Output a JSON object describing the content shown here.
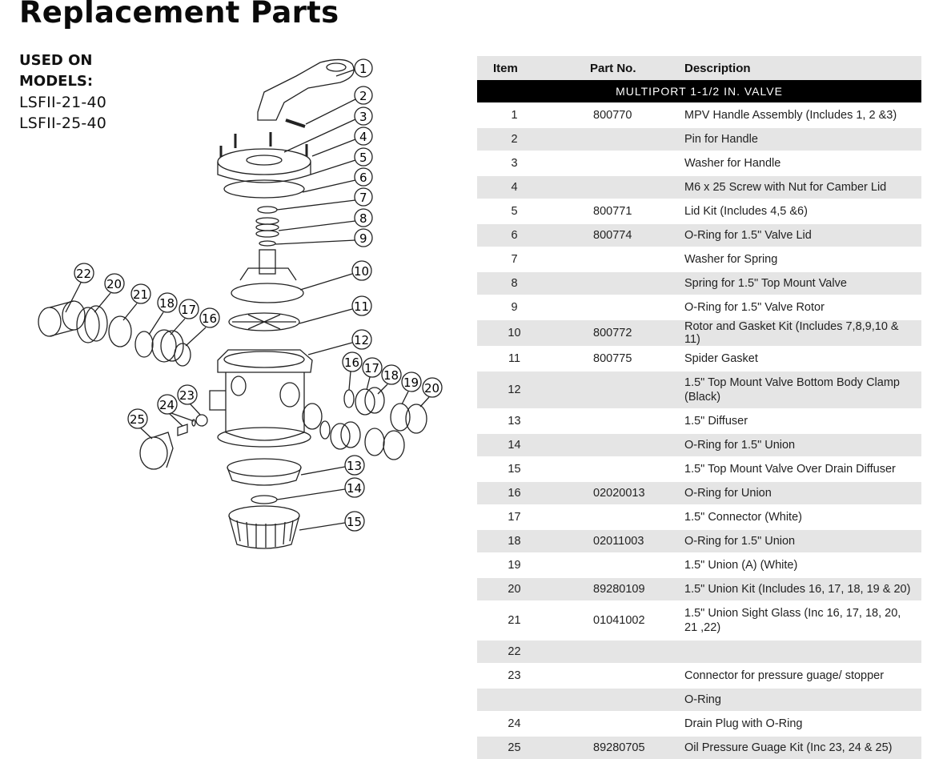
{
  "page": {
    "title": "Replacement Parts",
    "used_on_label_line1": "USED ON",
    "used_on_label_line2": "MODELS:",
    "models": [
      "LSFII-21-40",
      "LSFII-25-40"
    ]
  },
  "table": {
    "headers": {
      "item": "Item",
      "part_no": "Part No.",
      "description": "Description"
    },
    "section_title": "MULTIPORT 1-1/2 IN. VALVE",
    "rows": [
      {
        "item": "1",
        "part_no": "800770",
        "description": "MPV Handle Assembly (Includes 1, 2 &3)"
      },
      {
        "item": "2",
        "part_no": "",
        "description": "Pin for Handle"
      },
      {
        "item": "3",
        "part_no": "",
        "description": "Washer for Handle"
      },
      {
        "item": "4",
        "part_no": "",
        "description": "M6 x 25 Screw with Nut for Camber Lid"
      },
      {
        "item": "5",
        "part_no": "800771",
        "description": "Lid Kit (Includes 4,5 &6)"
      },
      {
        "item": "6",
        "part_no": "800774",
        "description": "O-Ring for 1.5\" Valve Lid"
      },
      {
        "item": "7",
        "part_no": "",
        "description": "Washer for Spring"
      },
      {
        "item": "8",
        "part_no": "",
        "description": "Spring for 1.5\" Top Mount Valve"
      },
      {
        "item": "9",
        "part_no": "",
        "description": "O-Ring for 1.5\" Valve Rotor"
      },
      {
        "item": "10",
        "part_no": "800772",
        "description": "Rotor and Gasket Kit (Includes 7,8,9,10 & 11)"
      },
      {
        "item": "11",
        "part_no": "800775",
        "description": "Spider Gasket"
      },
      {
        "item": "12",
        "part_no": "",
        "description": "1.5\" Top Mount Valve Bottom Body Clamp (Black)"
      },
      {
        "item": "13",
        "part_no": "",
        "description": "1.5\" Diffuser"
      },
      {
        "item": "14",
        "part_no": "",
        "description": "O-Ring for 1.5\" Union"
      },
      {
        "item": "15",
        "part_no": "",
        "description": "1.5\" Top Mount Valve Over Drain Diffuser"
      },
      {
        "item": "16",
        "part_no": "02020013",
        "description": "O-Ring for Union"
      },
      {
        "item": "17",
        "part_no": "",
        "description": "1.5\" Connector (White)"
      },
      {
        "item": "18",
        "part_no": "02011003",
        "description": "O-Ring for 1.5\" Union"
      },
      {
        "item": "19",
        "part_no": "",
        "description": "1.5\" Union (A) (White)"
      },
      {
        "item": "20",
        "part_no": "89280109",
        "description": "1.5\" Union Kit (Includes 16, 17, 18, 19 & 20)"
      },
      {
        "item": "21",
        "part_no": "01041002",
        "description": "1.5\" Union Sight Glass (Inc 16, 17, 18, 20, 21 ,22)"
      },
      {
        "item": "22",
        "part_no": "",
        "description": ""
      },
      {
        "item": "23",
        "part_no": "",
        "description": "Connector for pressure guage/ stopper"
      },
      {
        "item": "",
        "part_no": "",
        "description": "O-Ring"
      },
      {
        "item": "24",
        "part_no": "",
        "description": "Drain Plug with O-Ring"
      },
      {
        "item": "25",
        "part_no": "89280705",
        "description": "Oil Pressure Guage Kit (Inc 23, 24 & 25)"
      }
    ]
  },
  "diagram": {
    "callouts": [
      "1",
      "2",
      "3",
      "4",
      "5",
      "6",
      "7",
      "8",
      "9",
      "10",
      "11",
      "12",
      "13",
      "14",
      "15",
      "16",
      "17",
      "18",
      "16",
      "17",
      "18",
      "19",
      "20",
      "20",
      "21",
      "22",
      "23",
      "24",
      "25"
    ]
  }
}
